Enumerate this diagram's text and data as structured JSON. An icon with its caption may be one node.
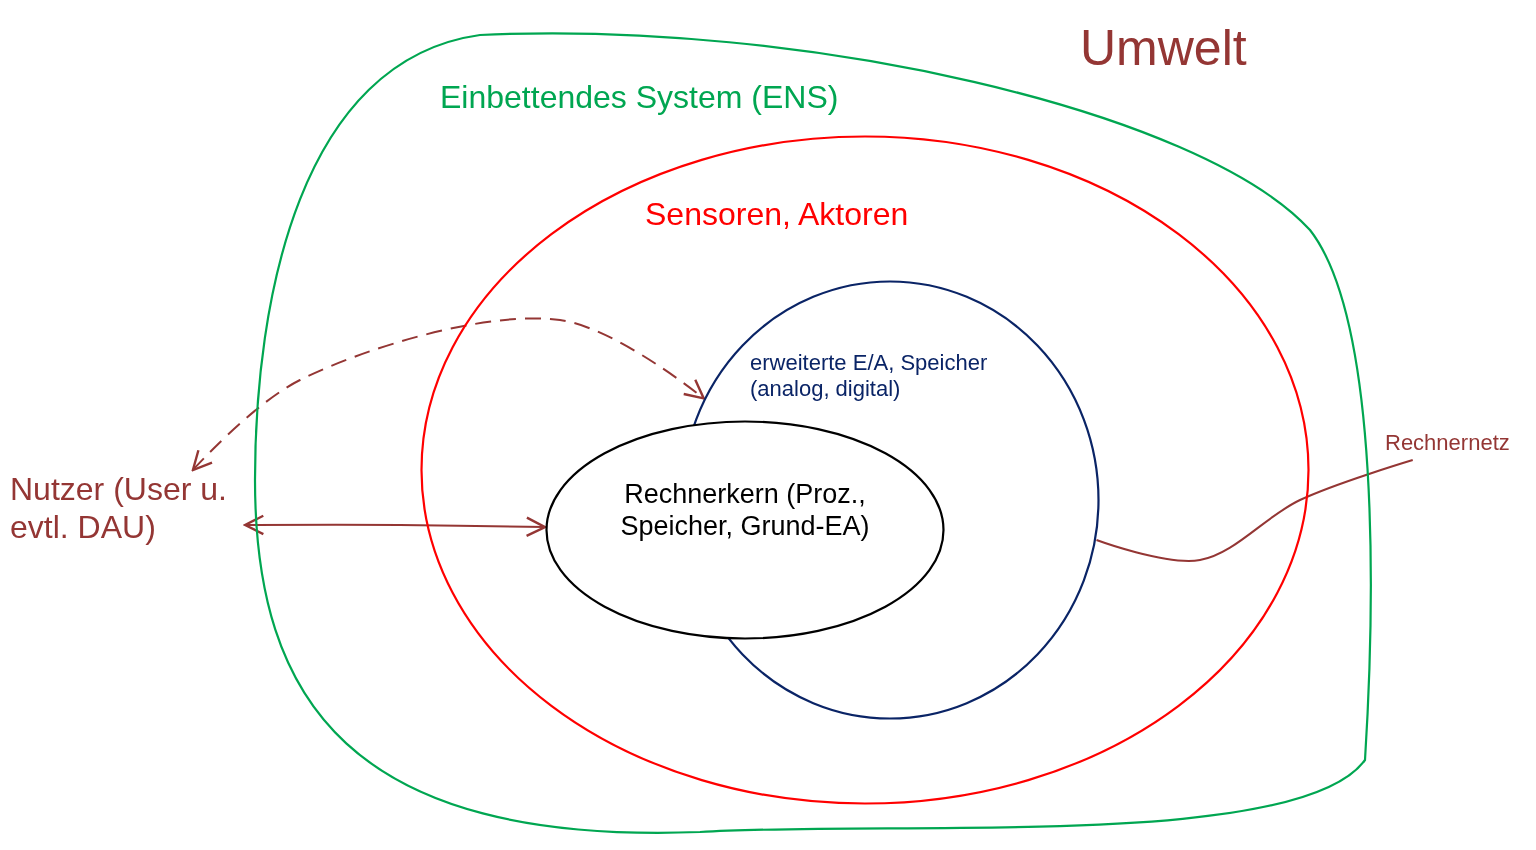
{
  "diagram": {
    "nodes": [
      {
        "text": [
          "Einbettendes System (ENS)"
        ]
      },
      {
        "text": [
          "Sensoren, Aktoren"
        ],
        "in": 0
      },
      {
        "text": [
          "erweiterte E/A, Speicher (analog, digital)"
        ],
        "in": 1
      },
      {
        "text": [
          "Rechnerkern (Proz., Speicher, Grund-EA)"
        ],
        "in": 1
      },
      {
        "text": [
          "Nutzer (User u. evtl. DAU)"
        ]
      },
      {
        "text": [
          "Rechnernetz"
        ]
      }
    ],
    "edges": [
      {
        "from": 4,
        "to": 3,
        "arrow": "both"
      },
      {
        "from": 5,
        "to": 2,
        "arrow": "none"
      },
      {
        "from": 4,
        "to": 2,
        "arrow": "both",
        "style": "dashed"
      }
    ],
    "labels": [
      "Umwelt"
    ]
  }
}
